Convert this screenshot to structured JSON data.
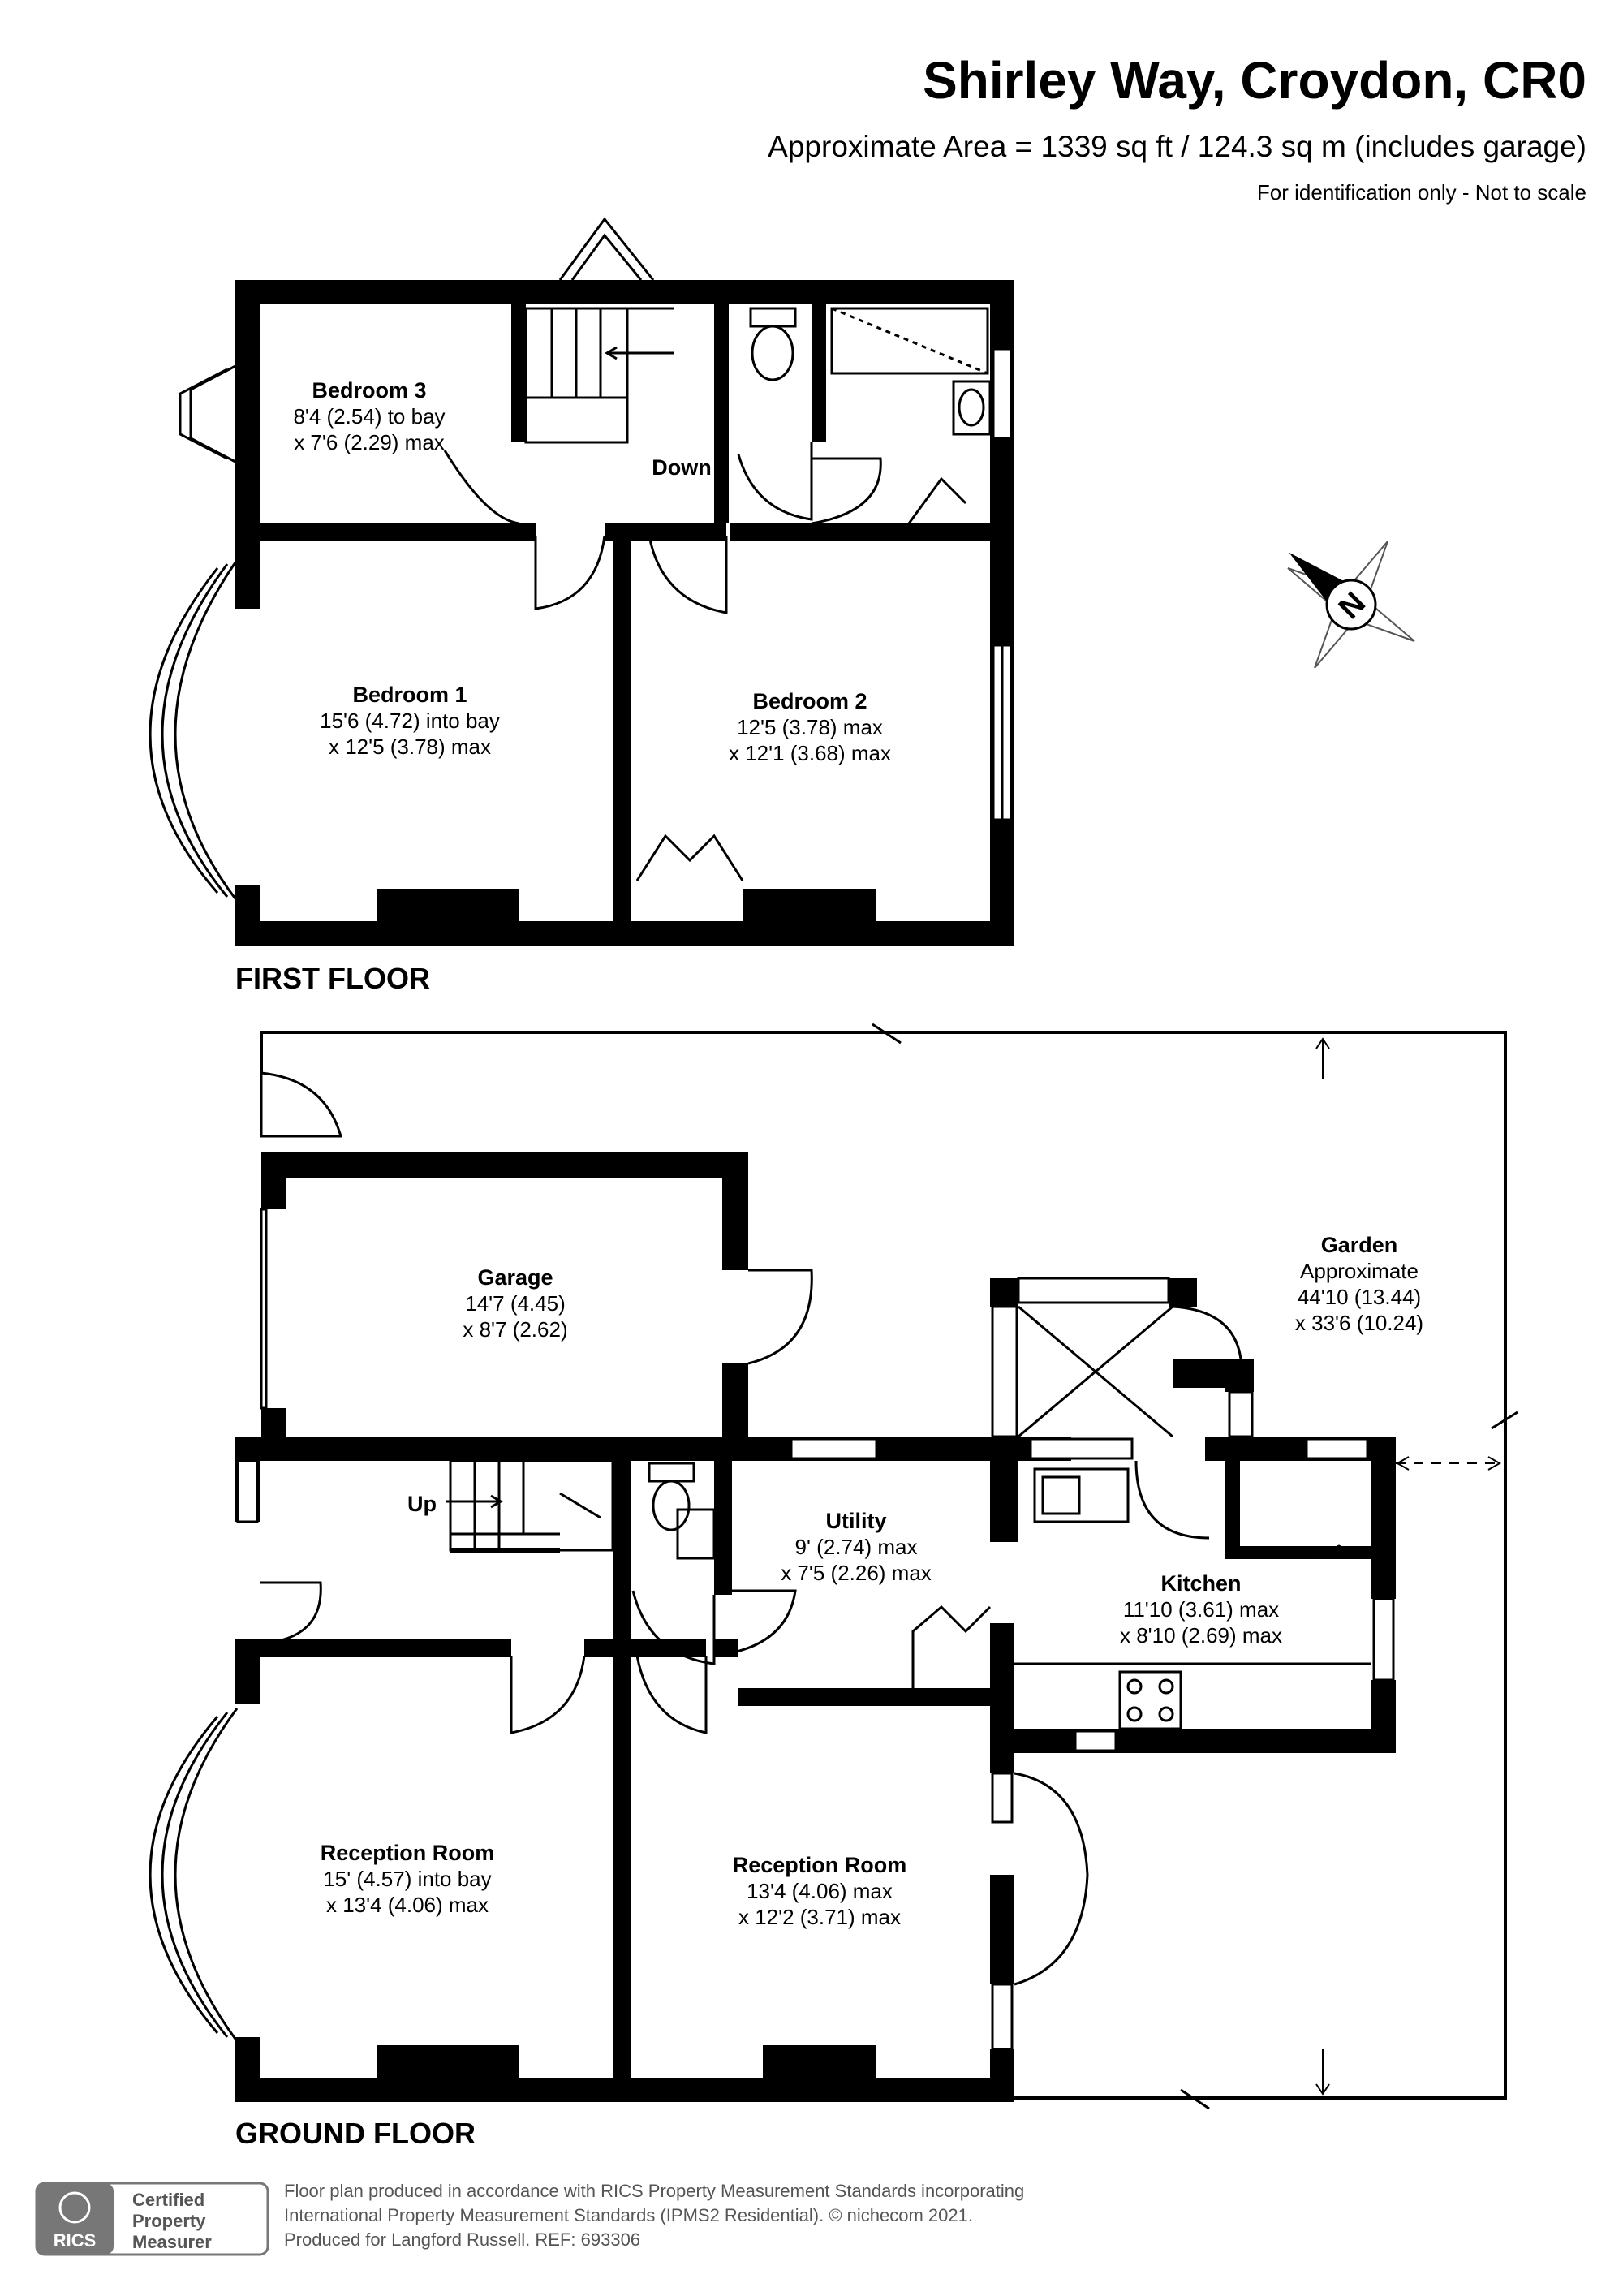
{
  "header": {
    "title": "Shirley Way, Croydon, CR0",
    "area": "Approximate Area = 1339 sq ft / 124.3 sq m (includes garage)",
    "note": "For identification only - Not to scale"
  },
  "first_floor": {
    "label": "FIRST FLOOR",
    "stairs_label": "Down",
    "rooms": [
      {
        "name": "Bedroom 3",
        "dims": [
          "8'4 (2.54) to bay",
          "x 7'6 (2.29) max"
        ]
      },
      {
        "name": "Bedroom 1",
        "dims": [
          "15'6 (4.72) into bay",
          "x 12'5 (3.78) max"
        ]
      },
      {
        "name": "Bedroom 2",
        "dims": [
          "12'5 (3.78) max",
          "x 12'1 (3.68) max"
        ]
      }
    ]
  },
  "ground_floor": {
    "label": "GROUND FLOOR",
    "stairs_label": "Up",
    "rooms": [
      {
        "name": "Garage",
        "dims": [
          "14'7 (4.45)",
          "x 8'7 (2.62)"
        ]
      },
      {
        "name": "Garden",
        "dims": [
          "Approximate",
          "44'10 (13.44)",
          "x 33'6 (10.24)"
        ]
      },
      {
        "name": "Utility",
        "dims": [
          "9' (2.74) max",
          "x 7'5 (2.26) max"
        ]
      },
      {
        "name": "Kitchen",
        "dims": [
          "11'10 (3.61) max",
          "x 8'10 (2.69) max"
        ]
      },
      {
        "name": "Reception Room",
        "dims": [
          "15' (4.57) into bay",
          "x 13'4 (4.06) max"
        ]
      },
      {
        "name": "Reception Room",
        "dims": [
          "13'4 (4.06) max",
          "x 12'2 (3.71) max"
        ]
      }
    ]
  },
  "compass": {
    "letter": "N"
  },
  "badge": {
    "org": "RICS",
    "lines": [
      "Certified",
      "Property",
      "Measurer"
    ]
  },
  "footer": {
    "lines": [
      "Floor plan produced in accordance with RICS Property Measurement Standards incorporating",
      "International Property Measurement Standards (IPMS2 Residential).   © nichecom 2021.",
      "Produced for Langford Russell.   REF: 693306"
    ]
  },
  "colors": {
    "wall": "#000000",
    "background": "#ffffff",
    "footer_text": "#555555",
    "badge": "#777777"
  }
}
